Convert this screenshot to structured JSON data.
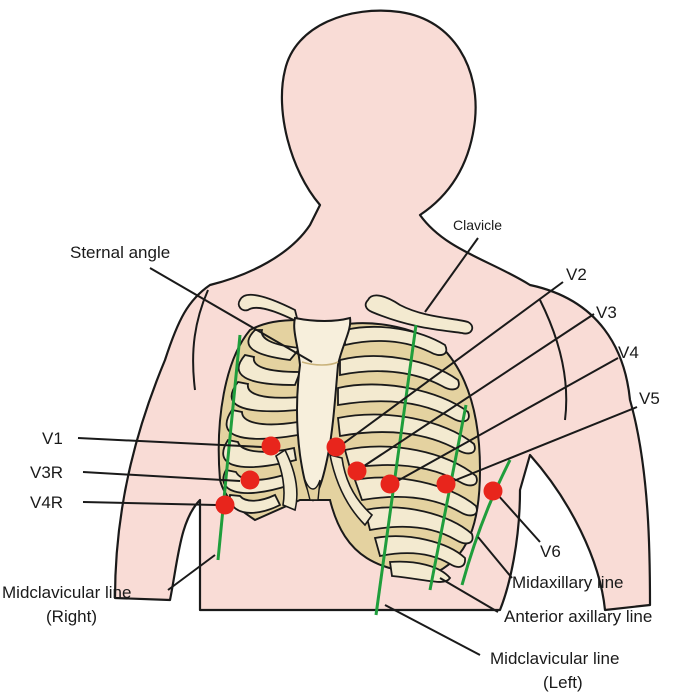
{
  "diagram": {
    "labels": {
      "sternal_angle": "Sternal angle",
      "clavicle": "Clavicle",
      "v1": "V1",
      "v2": "V2",
      "v3": "V3",
      "v4": "V4",
      "v5": "V5",
      "v6": "V6",
      "v3r": "V3R",
      "v4r": "V4R",
      "midclavicular_right_1": "Midclavicular line",
      "midclavicular_right_2": "(Right)",
      "midaxillary": "Midaxillary line",
      "anterior_axillary": "Anterior axillary line",
      "midclavicular_left_1": "Midclavicular line",
      "midclavicular_left_2": "(Left)"
    },
    "colors": {
      "skin": "#f9dcd6",
      "outline": "#1a1a1a",
      "bone": "#f3ead0",
      "bone_shade": "#c9b27a",
      "electrode": "#e8251c",
      "guide_line": "#1f9e3c"
    }
  }
}
